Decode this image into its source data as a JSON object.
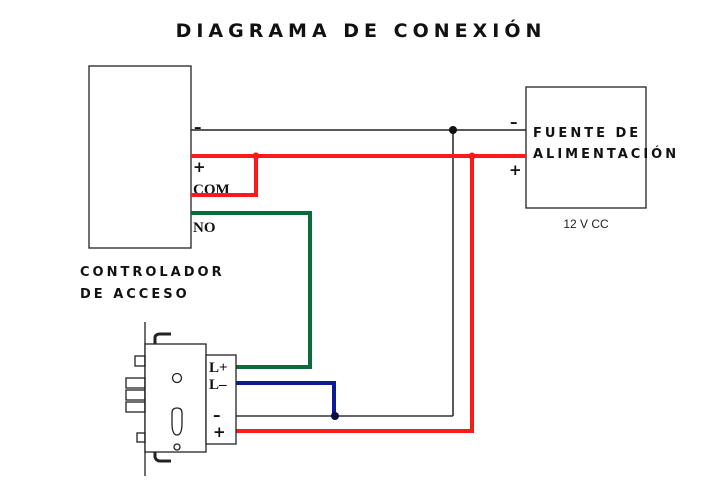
{
  "title": "DIAGRAMA DE CONEXIÓN",
  "controller": {
    "label_line1": "CONTROLADOR",
    "label_line2": "DE ACCESO",
    "terminals": {
      "minus": "–",
      "plus": "+",
      "com": "COM",
      "no": "NO"
    }
  },
  "power_supply": {
    "label_line1": "FUENTE DE",
    "label_line2": "ALIMENTACIÓN",
    "rating": "12 V CC",
    "terminals": {
      "minus": "–",
      "plus": "+"
    }
  },
  "lock": {
    "terminals": {
      "l_plus": "L+",
      "l_minus": "L–",
      "minus": "–",
      "plus": "+"
    }
  },
  "wire_colors": {
    "positive": "#ff1a1a",
    "negative": "#222222",
    "green": "#0b6b3a",
    "blue": "#0a1a9a"
  }
}
